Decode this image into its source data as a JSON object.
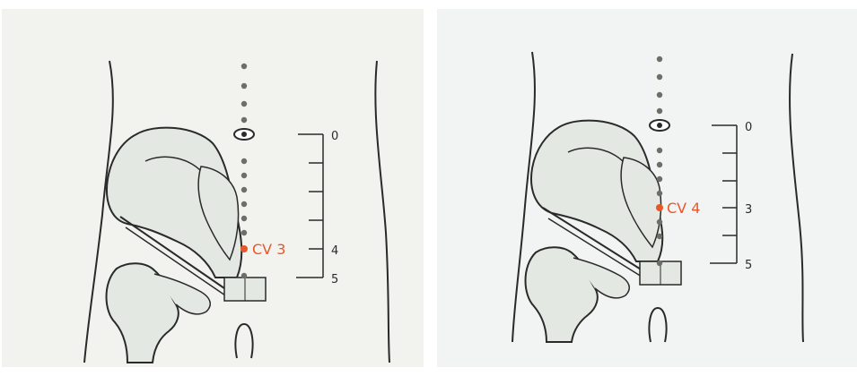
{
  "panels": [
    {
      "point_label": "CV 3",
      "scale_labels": [
        "0",
        "4",
        "5"
      ],
      "point_color": "#e8572a"
    },
    {
      "point_label": "CV 4",
      "scale_labels": [
        "0",
        "3",
        "5"
      ],
      "point_color": "#e8572a"
    }
  ],
  "colors": {
    "bone_fill": "#e4e8e2",
    "outline": "#2a2a2a",
    "dot": "#6d6f66",
    "accent_point": "#e8572a"
  }
}
